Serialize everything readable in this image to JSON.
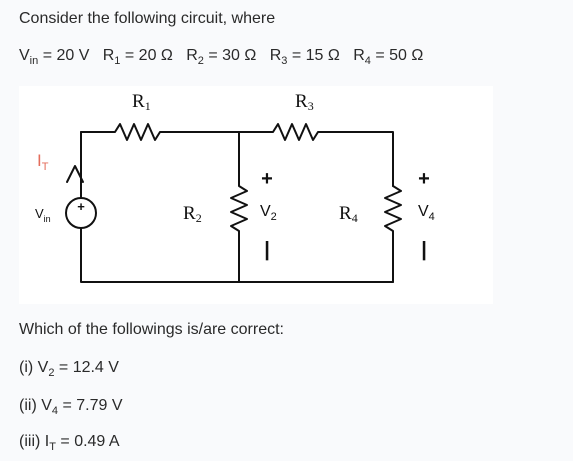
{
  "intro": "Consider the following circuit, where",
  "params": {
    "vin": {
      "sym": "V",
      "sub": "in",
      "val": "= 20 V"
    },
    "r1": {
      "sym": "R",
      "sub": "1",
      "val": "= 20 Ω"
    },
    "r2": {
      "sym": "R",
      "sub": "2",
      "val": "= 30 Ω"
    },
    "r3": {
      "sym": "R",
      "sub": "3",
      "val": "= 15 Ω"
    },
    "r4": {
      "sym": "R",
      "sub": "4",
      "val": "= 50 Ω"
    }
  },
  "circuit": {
    "r1": {
      "sym": "R",
      "sub": "1"
    },
    "r3": {
      "sym": "R",
      "sub": "3"
    },
    "r2": {
      "sym": "R",
      "sub": "2"
    },
    "r4": {
      "sym": "R",
      "sub": "4"
    },
    "it": {
      "sym": "I",
      "sub": "T"
    },
    "vin": {
      "sym": "V",
      "sub": "in"
    },
    "v2": {
      "sym": "V",
      "sub": "2"
    },
    "v4": {
      "sym": "V",
      "sub": "4"
    },
    "plus": "+",
    "minus": "|",
    "source_plus": "+"
  },
  "question": "Which of the followings is/are correct:",
  "options": [
    {
      "prefix": "(i) V",
      "sub": "2",
      "rest": " = 12.4 V"
    },
    {
      "prefix": "(ii) V",
      "sub": "4",
      "rest": " = 7.79 V"
    },
    {
      "prefix": "(iii) I",
      "sub": "T",
      "rest": " = 0.49 A"
    }
  ]
}
